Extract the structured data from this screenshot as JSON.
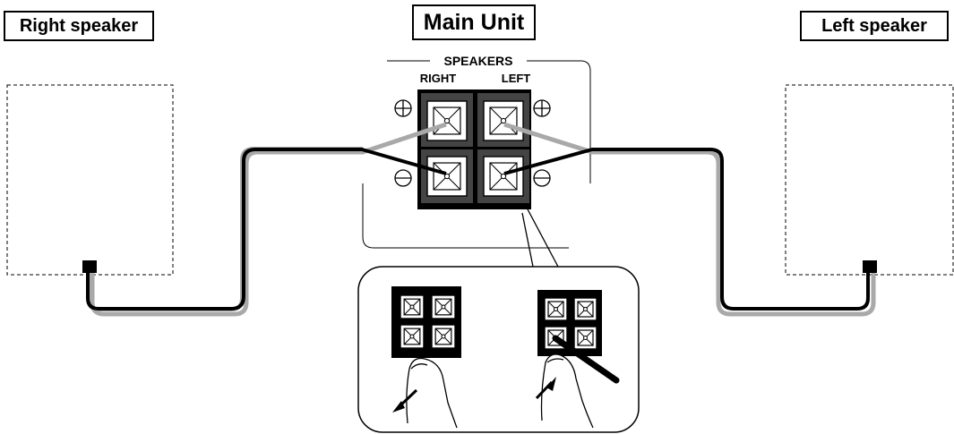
{
  "labels": {
    "right_speaker": "Right speaker",
    "main_unit": "Main Unit",
    "left_speaker": "Left speaker"
  },
  "panel": {
    "title": "SPEAKERS",
    "right": "RIGHT",
    "left": "LEFT",
    "plus_symbol": "⊕",
    "minus_symbol": "⊖"
  },
  "colors": {
    "positive_wire": "#a9a9a9",
    "negative_wire": "#000000"
  }
}
